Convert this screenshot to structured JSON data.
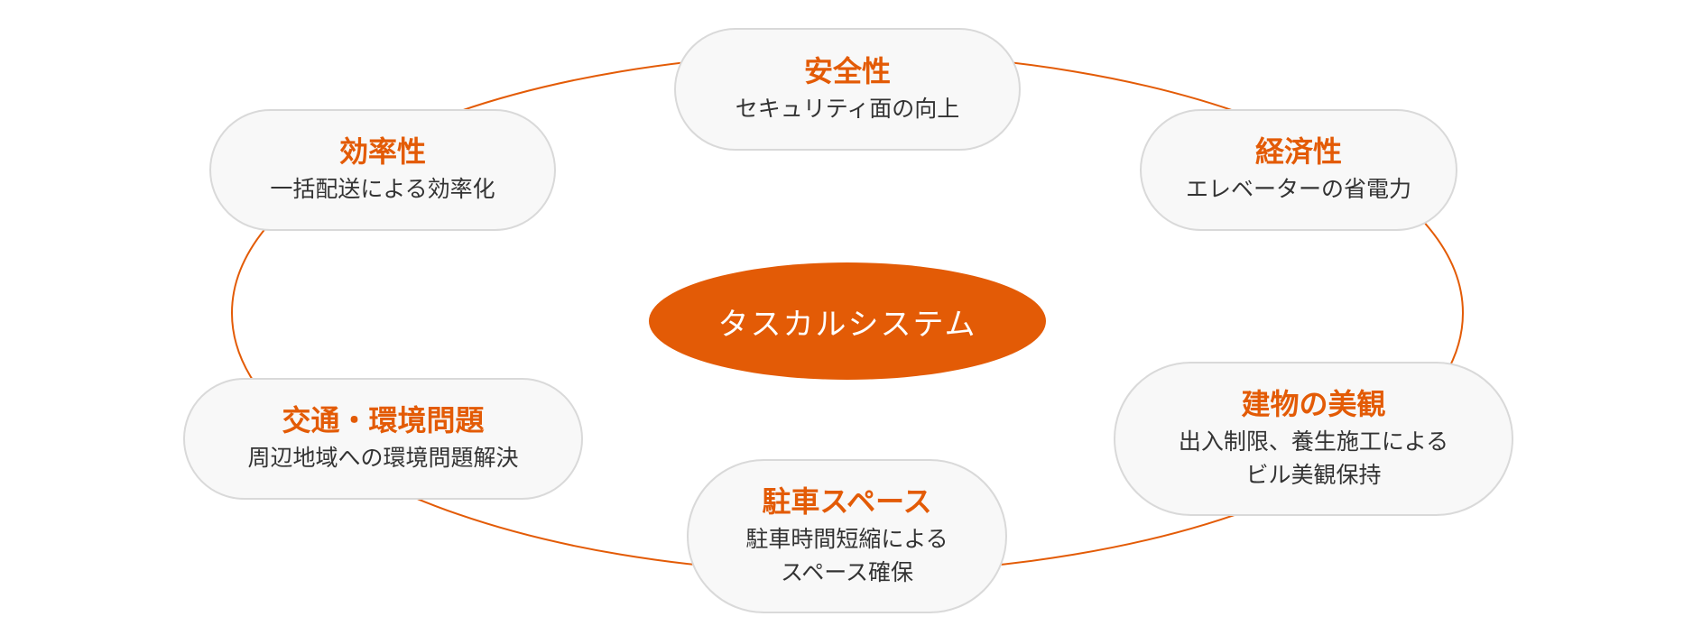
{
  "diagram": {
    "accent_color": "#e35b06",
    "node_fill": "#f8f8f8",
    "node_border": "#d9d9d9",
    "center": {
      "label": "タスカルシステム"
    },
    "nodes": [
      {
        "id": "safety",
        "title": "安全性",
        "description": "セキュリティ面の向上"
      },
      {
        "id": "economy",
        "title": "経済性",
        "description": "エレベーターの省電力"
      },
      {
        "id": "beauty",
        "title": "建物の美観",
        "description": "出入制限、養生施工による\nビル美観保持"
      },
      {
        "id": "parking",
        "title": "駐車スペース",
        "description": "駐車時間短縮による\nスペース確保"
      },
      {
        "id": "traffic",
        "title": "交通・環境問題",
        "description": "周辺地域への環境問題解決"
      },
      {
        "id": "efficiency",
        "title": "効率性",
        "description": "一括配送による効率化"
      }
    ]
  }
}
